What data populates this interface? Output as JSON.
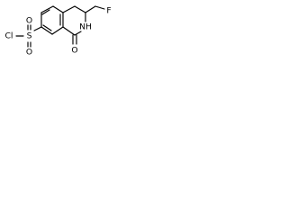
{
  "structure": {
    "atoms": {
      "cl": "Cl",
      "s": "S",
      "o_top": "O",
      "o_bottom": "O",
      "f": "F",
      "nh": "NH",
      "o_carbonyl": "O"
    }
  }
}
